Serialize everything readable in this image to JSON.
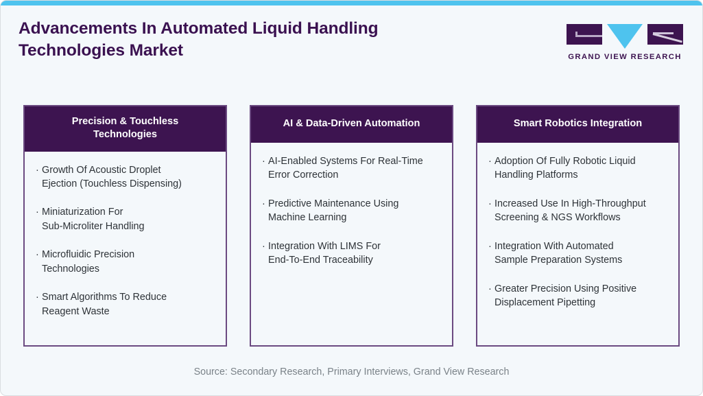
{
  "accent_colors": {
    "top_bar": "#4ec3ee",
    "header_purple": "#3d1450",
    "card_border": "#6b4a81",
    "page_background": "#f4f8fb",
    "body_text": "#2e3338",
    "footer_text": "#7a8288"
  },
  "header": {
    "title": "Advancements In Automated Liquid Handling\nTechnologies Market",
    "logo": {
      "wordmark": "GRAND VIEW RESEARCH",
      "mark_left": "g-letter-mark",
      "mark_middle": "v-triangle-mark",
      "mark_right": "r-letter-mark"
    }
  },
  "cards": [
    {
      "title": "Precision & Touchless\nTechnologies",
      "bullet": "·",
      "items": [
        "Growth Of Acoustic Droplet\nEjection (Touchless Dispensing)",
        "Miniaturization For\nSub-Microliter Handling",
        "Microfluidic Precision\nTechnologies",
        "Smart Algorithms To Reduce\nReagent Waste"
      ]
    },
    {
      "title": "AI & Data-Driven Automation",
      "bullet": "·",
      "items": [
        "AI-Enabled Systems For Real-Time\nError Correction",
        "Predictive Maintenance Using\nMachine Learning",
        "Integration With LIMS For\nEnd-To-End Traceability"
      ]
    },
    {
      "title": "Smart Robotics Integration",
      "bullet": "·",
      "items": [
        "Adoption Of Fully Robotic Liquid\nHandling Platforms",
        "Increased Use In High-Throughput\nScreening & NGS Workflows",
        "Integration With Automated\nSample Preparation Systems",
        "Greater Precision Using Positive\nDisplacement Pipetting"
      ]
    }
  ],
  "footer": {
    "source": "Source: Secondary Research, Primary Interviews, Grand View Research"
  }
}
